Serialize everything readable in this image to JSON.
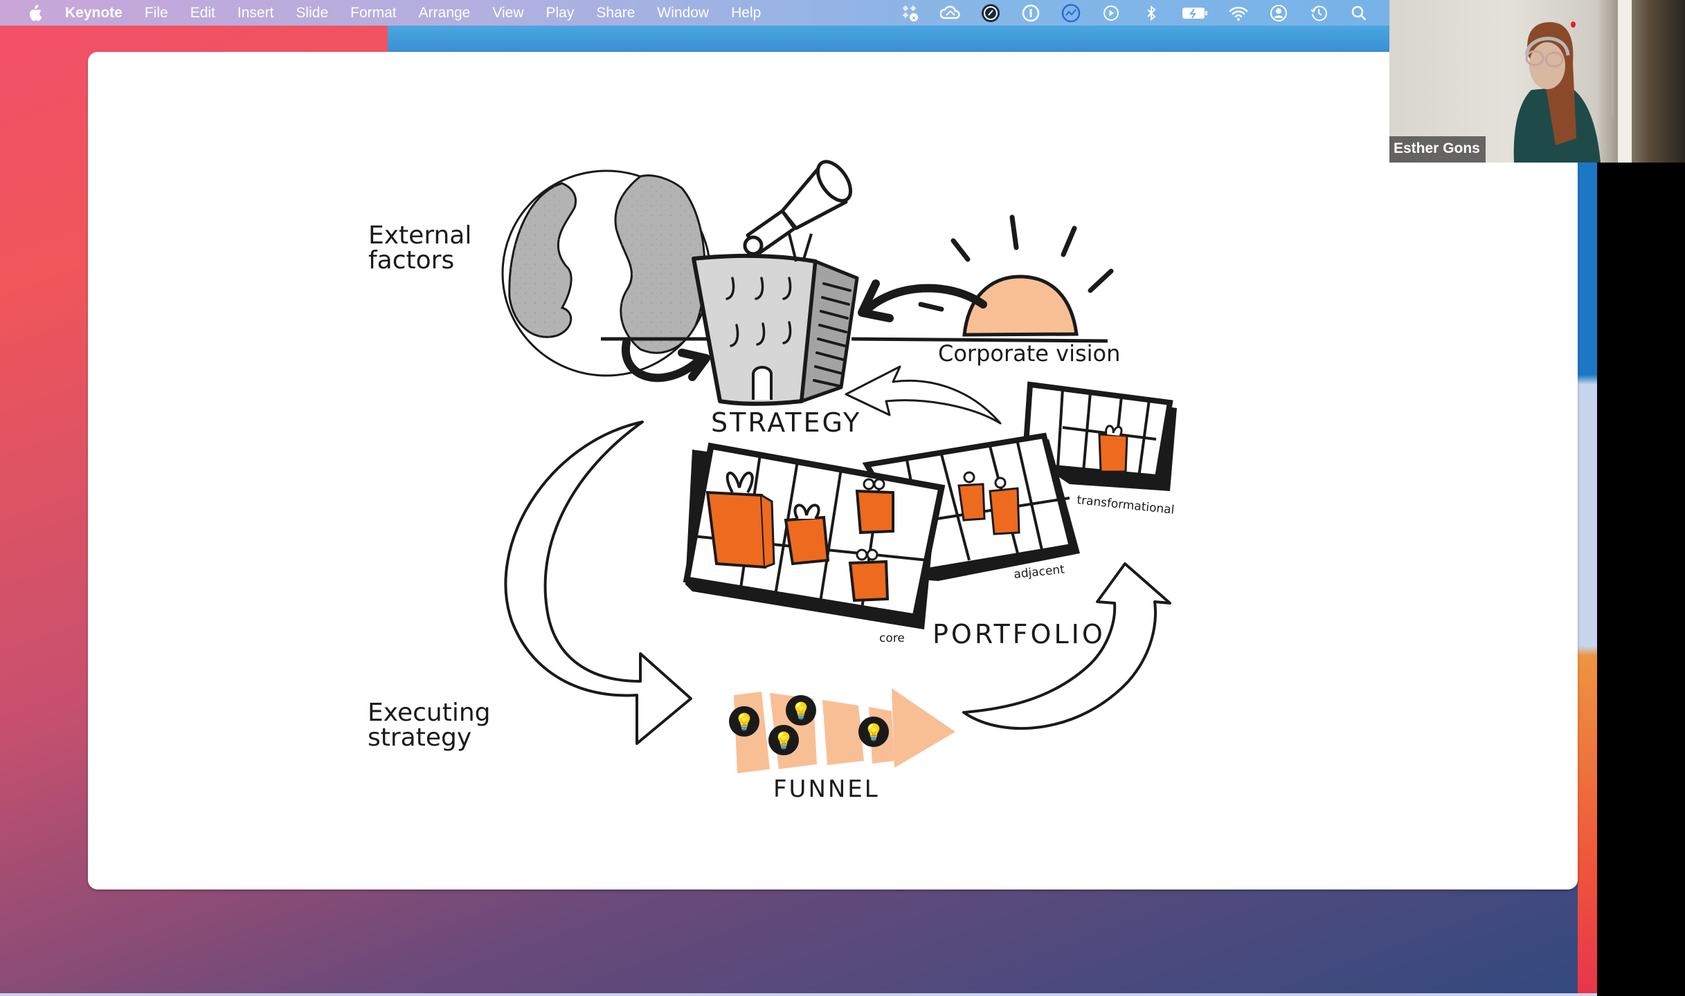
{
  "menubar": {
    "app_name": "Keynote",
    "items": [
      "File",
      "Edit",
      "Insert",
      "Slide",
      "Format",
      "Arrange",
      "View",
      "Play",
      "Share",
      "Window",
      "Help"
    ],
    "status_icons": [
      "dropbox-sync-icon",
      "creative-cloud-icon",
      "record-icon",
      "onepassword-icon",
      "istat-menus-icon",
      "play-circle-icon",
      "bluetooth-icon",
      "battery-charging-icon",
      "wifi-icon",
      "user-account-icon",
      "time-machine-icon",
      "spotlight-search-icon"
    ]
  },
  "slide": {
    "labels": {
      "external_factors_line1": "External",
      "external_factors_line2": "factors",
      "strategy": "STRATEGY",
      "corporate_vision": "Corporate vision",
      "portfolio": "PORTFOLIO",
      "core": "core",
      "adjacent": "adjacent",
      "transformational": "transformational",
      "executing_strategy_line1": "Executing",
      "executing_strategy_line2": "strategy",
      "funnel": "FUNNEL"
    },
    "colors": {
      "orange": "#ee6a1e",
      "peach": "#f8bf95",
      "globe_gray": "#b3b3b3",
      "building_gray": "#d2d2d2",
      "ink": "#1a1a1a"
    }
  },
  "video": {
    "participant_name": "Esther Gons"
  }
}
